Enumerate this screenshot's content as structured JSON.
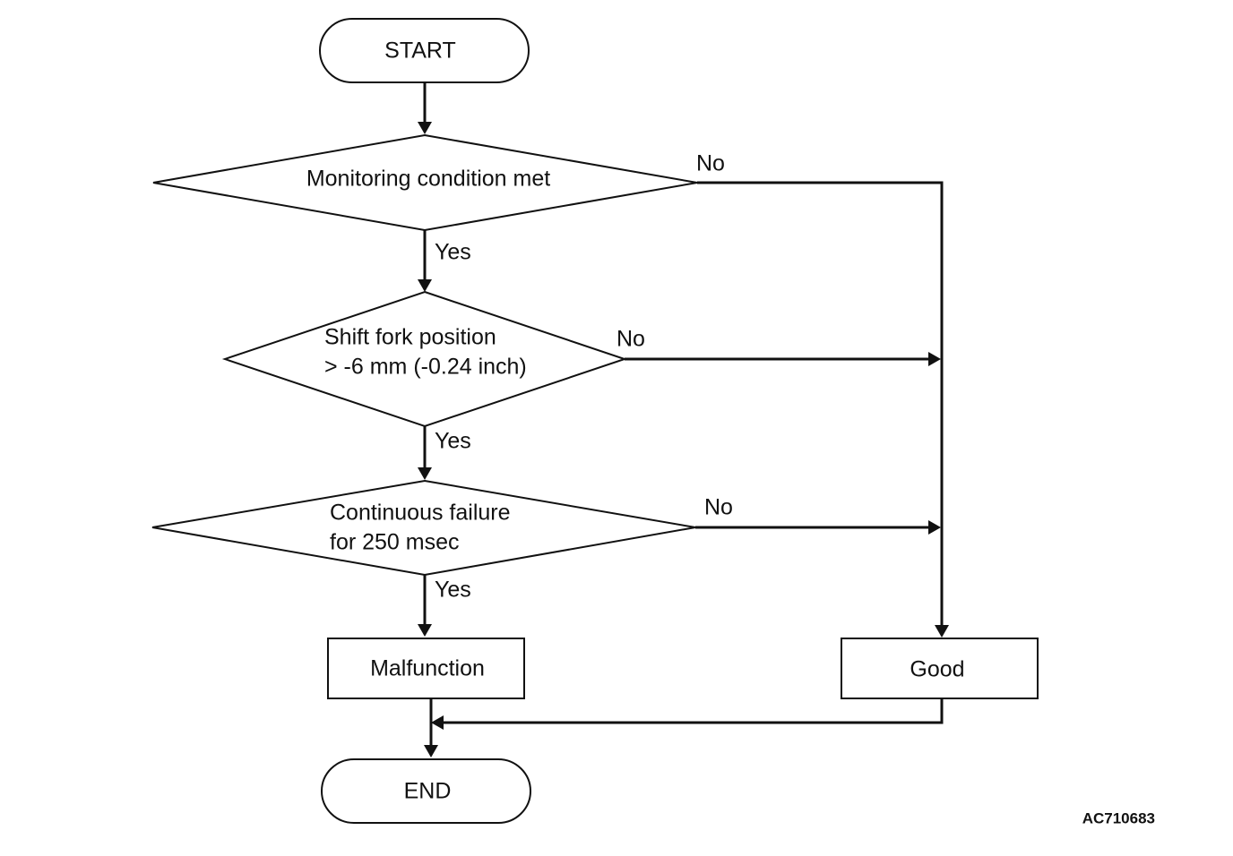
{
  "flowchart": {
    "start": "START",
    "decision_monitoring": "Monitoring condition met",
    "decision_shift_fork_line1": "Shift fork position",
    "decision_shift_fork_line2": "> -6 mm (-0.24 inch)",
    "decision_continuous_line1": "Continuous failure",
    "decision_continuous_line2": "for 250 msec",
    "result_malfunction": "Malfunction",
    "result_good": "Good",
    "end": "END",
    "branch_yes": "Yes",
    "branch_no": "No"
  },
  "figure_code": "AC710683",
  "colors": {
    "line": "#111111",
    "background": "#ffffff"
  }
}
